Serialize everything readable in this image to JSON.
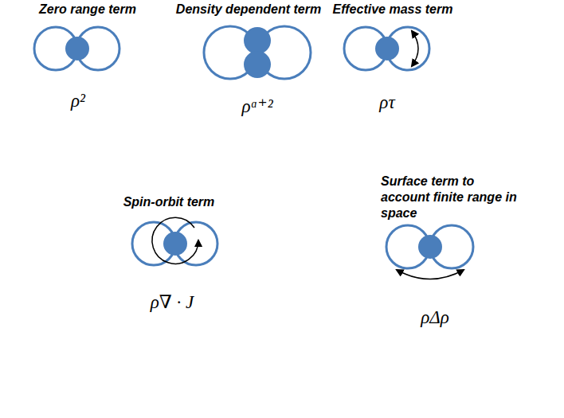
{
  "diagram": {
    "labels": [
      "Zero range term",
      "Density dependent term",
      "Effective mass term",
      "ρ²",
      "ρᵅ⁺²",
      "ρτ",
      "Spin-orbit term",
      "Surface term to account finite range in space",
      "ρ∇ · J",
      "ρΔρ"
    ]
  }
}
